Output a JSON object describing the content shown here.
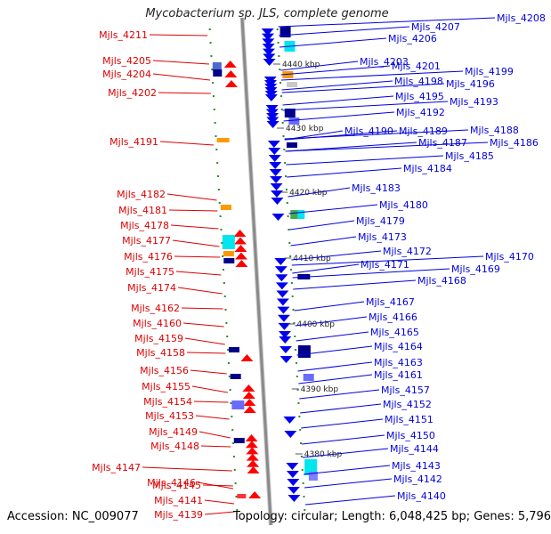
{
  "title": "Mycobacterium sp. JLS, complete genome",
  "footer": {
    "accession": "Accession: NC_009077",
    "topology": "Topology: circular; Length: 6,048,425 bp; Genes: 5,796"
  },
  "colors": {
    "left_label": "#dd0000",
    "right_label": "#0000dd",
    "forward_gene": "#ff0000",
    "reverse_gene": "#0000ee",
    "backbone": "#8a8a8a",
    "tick": "#2e8b2e",
    "cyan_block": "#00e5ee",
    "orange_block": "#ff9900",
    "navy_block": "#000088"
  },
  "scale_labels": [
    "4440 kbp",
    "4430 kbp",
    "4420 kbp",
    "4410 kbp",
    "4400 kbp",
    "4390 kbp",
    "4380 kbp"
  ],
  "left_genes": [
    "Mjls_4211",
    "Mjls_4205",
    "Mjls_4204",
    "Mjls_4202",
    "Mjls_4191",
    "Mjls_4182",
    "Mjls_4181",
    "Mjls_4178",
    "Mjls_4177",
    "Mjls_4176",
    "Mjls_4175",
    "Mjls_4174",
    "Mjls_4162",
    "Mjls_4160",
    "Mjls_4159",
    "Mjls_4158",
    "Mjls_4156",
    "Mjls_4155",
    "Mjls_4154",
    "Mjls_4153",
    "Mjls_4149",
    "Mjls_4148",
    "Mjls_4147",
    "Mjls_4146",
    "Mjls_4145",
    "Mjls_4141",
    "Mjls_4139"
  ],
  "right_genes": [
    "Mjls_4208",
    "Mjls_4207",
    "Mjls_4206",
    "Mjls_4203",
    "Mjls_4201",
    "Mjls_4199",
    "Mjls_4198",
    "Mjls_4196",
    "Mjls_4195",
    "Mjls_4193",
    "Mjls_4192",
    "Mjls_4190",
    "Mjls_4189",
    "Mjls_4188",
    "Mjls_4187",
    "Mjls_4186",
    "Mjls_4185",
    "Mjls_4184",
    "Mjls_4183",
    "Mjls_4180",
    "Mjls_4179",
    "Mjls_4173",
    "Mjls_4172",
    "Mjls_4170",
    "Mjls_4171",
    "Mjls_4169",
    "Mjls_4168",
    "Mjls_4167",
    "Mjls_4166",
    "Mjls_4165",
    "Mjls_4164",
    "Mjls_4163",
    "Mjls_4161",
    "Mjls_4157",
    "Mjls_4152",
    "Mjls_4151",
    "Mjls_4150",
    "Mjls_4144",
    "Mjls_4143",
    "Mjls_4142",
    "Mjls_4140"
  ]
}
